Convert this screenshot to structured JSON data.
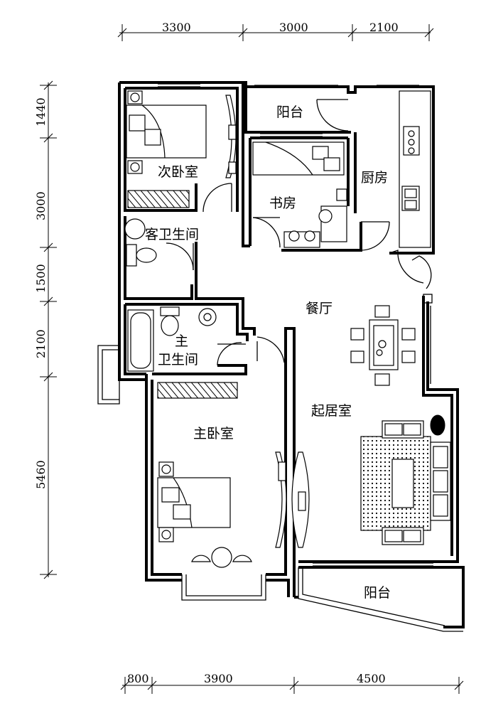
{
  "rooms": {
    "second_bedroom": "次卧室",
    "balcony_north": "阳台",
    "study": "书房",
    "kitchen": "厨房",
    "guest_bathroom": "客卫生间",
    "dining": "餐厅",
    "master_bath_line1": "主",
    "master_bath_line2": "卫生间",
    "living_room": "起居室",
    "master_bedroom": "主卧室",
    "balcony_south": "阳台"
  },
  "dimensions": {
    "top": [
      "3300",
      "3000",
      "2100"
    ],
    "bottom": [
      "800",
      "3900",
      "4500"
    ],
    "left": [
      "1440",
      "3000",
      "1500",
      "2100",
      "5460"
    ]
  }
}
